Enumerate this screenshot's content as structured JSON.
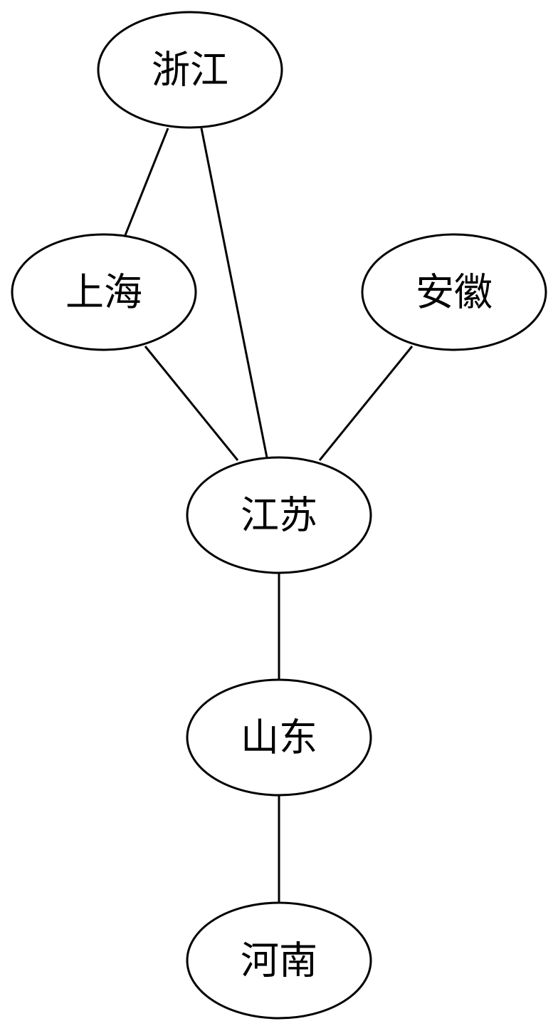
{
  "graph": {
    "nodes": [
      {
        "id": "zhejiang",
        "label": "浙江"
      },
      {
        "id": "shanghai",
        "label": "上海"
      },
      {
        "id": "anhui",
        "label": "安徽"
      },
      {
        "id": "jiangsu",
        "label": "江苏"
      },
      {
        "id": "shandong",
        "label": "山东"
      },
      {
        "id": "henan",
        "label": "河南"
      }
    ],
    "edges": [
      {
        "from": "zhejiang",
        "to": "shanghai"
      },
      {
        "from": "zhejiang",
        "to": "jiangsu"
      },
      {
        "from": "shanghai",
        "to": "jiangsu"
      },
      {
        "from": "anhui",
        "to": "jiangsu"
      },
      {
        "from": "jiangsu",
        "to": "shandong"
      },
      {
        "from": "shandong",
        "to": "henan"
      }
    ]
  }
}
